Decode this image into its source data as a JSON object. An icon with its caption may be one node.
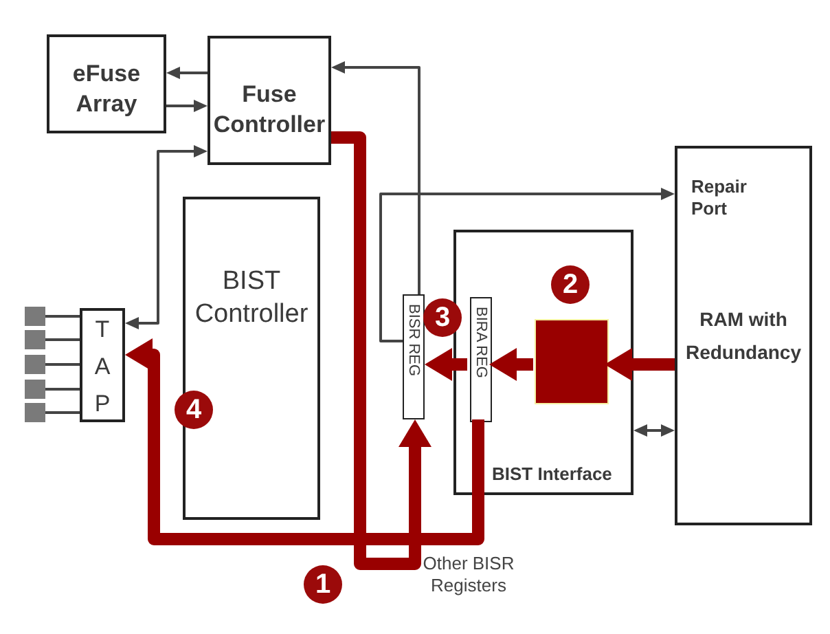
{
  "diagram": {
    "nodes": [
      {
        "text": [
          "eFuse Array"
        ]
      },
      {
        "text": [
          "Fuse Controller"
        ]
      },
      {
        "text": [],
        "shape": "box"
      },
      {
        "text": [],
        "shape": "box"
      },
      {
        "text": [],
        "shape": "box"
      },
      {
        "text": [],
        "shape": "box"
      },
      {
        "text": [],
        "shape": "box"
      },
      {
        "text": [
          "TAP"
        ]
      },
      {
        "text": [
          "BIST Controller"
        ]
      },
      {
        "text": [
          "BISR REG"
        ]
      },
      {
        "text": [
          "BIST Interface"
        ]
      },
      {
        "text": [
          "BIRA REG"
        ],
        "in": 10
      },
      {
        "text": [],
        "shape": "box",
        "in": 10
      },
      {
        "text": [
          "Repair Port",
          "RAM with Redundancy"
        ]
      }
    ],
    "edges": [
      {
        "from": 1,
        "to": 0,
        "arrow": "to"
      },
      {
        "from": 0,
        "to": 1,
        "arrow": "to"
      },
      {
        "from": 7,
        "to": 1,
        "arrow": "both"
      },
      {
        "from": 9,
        "to": 1,
        "arrow": "to"
      },
      {
        "from": 9,
        "to": 13,
        "arrow": "to"
      },
      {
        "from": 10,
        "to": 13,
        "arrow": "both"
      },
      {
        "from": 2,
        "to": 7,
        "arrow": "none"
      },
      {
        "from": 3,
        "to": 7,
        "arrow": "none"
      },
      {
        "from": 4,
        "to": 7,
        "arrow": "none"
      },
      {
        "from": 5,
        "to": 7,
        "arrow": "none"
      },
      {
        "from": 6,
        "to": 7,
        "arrow": "none"
      },
      {
        "from": 1,
        "to": 9,
        "arrow": "to",
        "style": "thick",
        "color": "#990000"
      },
      {
        "from": 13,
        "to": 12,
        "arrow": "to",
        "style": "thick",
        "color": "#990000"
      },
      {
        "from": 12,
        "to": 11,
        "arrow": "to",
        "style": "thick",
        "color": "#990000"
      },
      {
        "from": 11,
        "to": 9,
        "arrow": "to",
        "style": "thick",
        "color": "#990000"
      },
      {
        "from": 11,
        "to": 7,
        "arrow": "to",
        "style": "thick",
        "color": "#990000"
      }
    ],
    "labels": [
      "1",
      "2",
      "3",
      "4",
      "Other BISR Registers"
    ]
  }
}
